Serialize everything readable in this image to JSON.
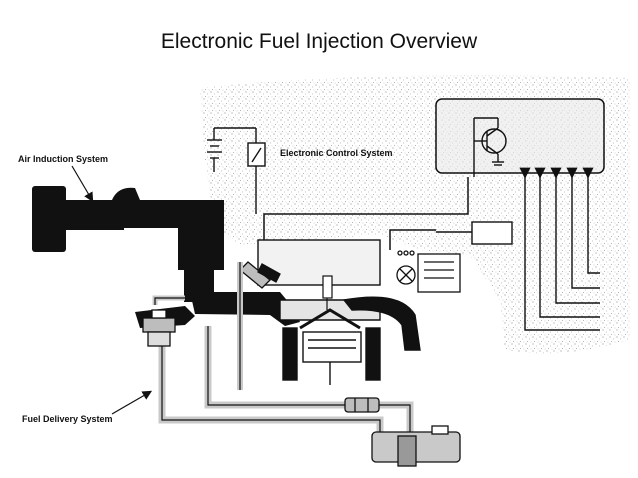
{
  "title": "Electronic Fuel Injection Overview",
  "labels": {
    "air_induction": "Air Induction System",
    "control": "Electronic Control System",
    "fuel_delivery": "Fuel Delivery System"
  },
  "colors": {
    "ink": "#111111",
    "stipple": "#cfcfcf",
    "fuel_pipe": "#c9c9c9",
    "part_gray": "#bdbdbd"
  }
}
